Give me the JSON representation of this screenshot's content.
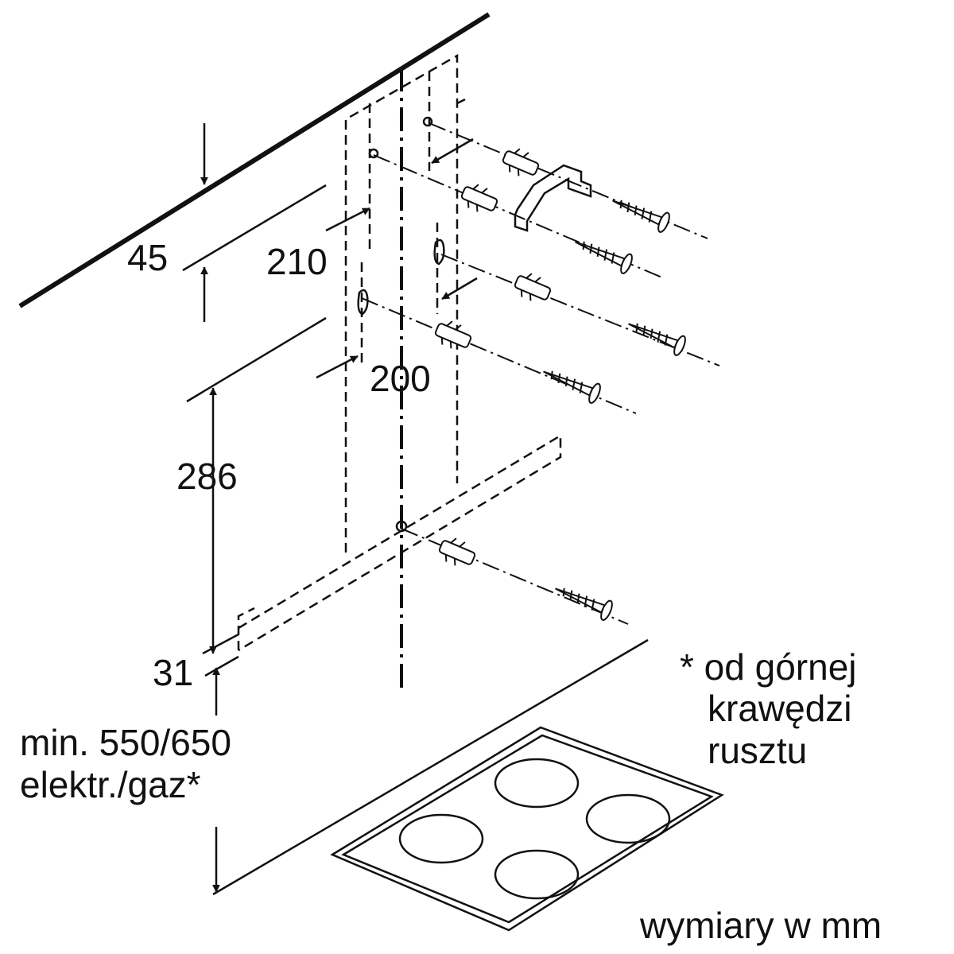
{
  "dimensions": {
    "d45": "45",
    "d210": "210",
    "d200": "200",
    "d286": "286",
    "d31": "31",
    "min_line1": "min. 550/650",
    "min_line2": "elektr./gaz*"
  },
  "footnote": {
    "line1": "* od górnej",
    "line2": "krawędzi",
    "line3": "rusztu"
  },
  "units_note": "wymiary w mm"
}
